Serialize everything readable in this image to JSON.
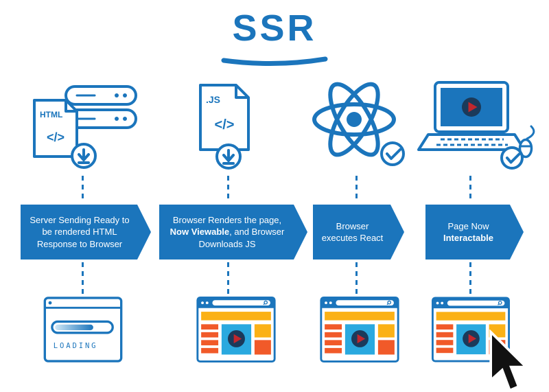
{
  "title": "SSR",
  "loading_label": "LOADING",
  "icons": {
    "html_label": "HTML",
    "html_code_glyph": "</>",
    "js_label": ".JS",
    "js_code_glyph": "</>"
  },
  "steps": [
    {
      "name": "server-sends-html",
      "icon": "server-html-download-icon",
      "banner": {
        "pre": "Server Sending Ready to be rendered HTML Response to Browser",
        "bold": "",
        "post": ""
      },
      "screen": "browser-loading"
    },
    {
      "name": "browser-renders-page",
      "icon": "js-file-download-icon",
      "banner": {
        "pre": "Browser Renders the page, ",
        "bold": "Now Viewable",
        "post": ", and Browser Downloads JS"
      },
      "screen": "browser-rendered"
    },
    {
      "name": "browser-executes-react",
      "icon": "react-check-icon",
      "banner": {
        "pre": "Browser executes React",
        "bold": "",
        "post": ""
      },
      "screen": "browser-rendered"
    },
    {
      "name": "page-interactable",
      "icon": "laptop-check-icon",
      "banner": {
        "pre": "Page Now ",
        "bold": "Interactable",
        "post": ""
      },
      "screen": "browser-rendered-with-cursor"
    }
  ],
  "colors": {
    "primary_blue": "#1b75bc",
    "light_blue": "#2aa9df",
    "yellow": "#fbb116",
    "orange": "#f15a29",
    "navy": "#1b3a5a",
    "play_red": "#c1272d"
  }
}
